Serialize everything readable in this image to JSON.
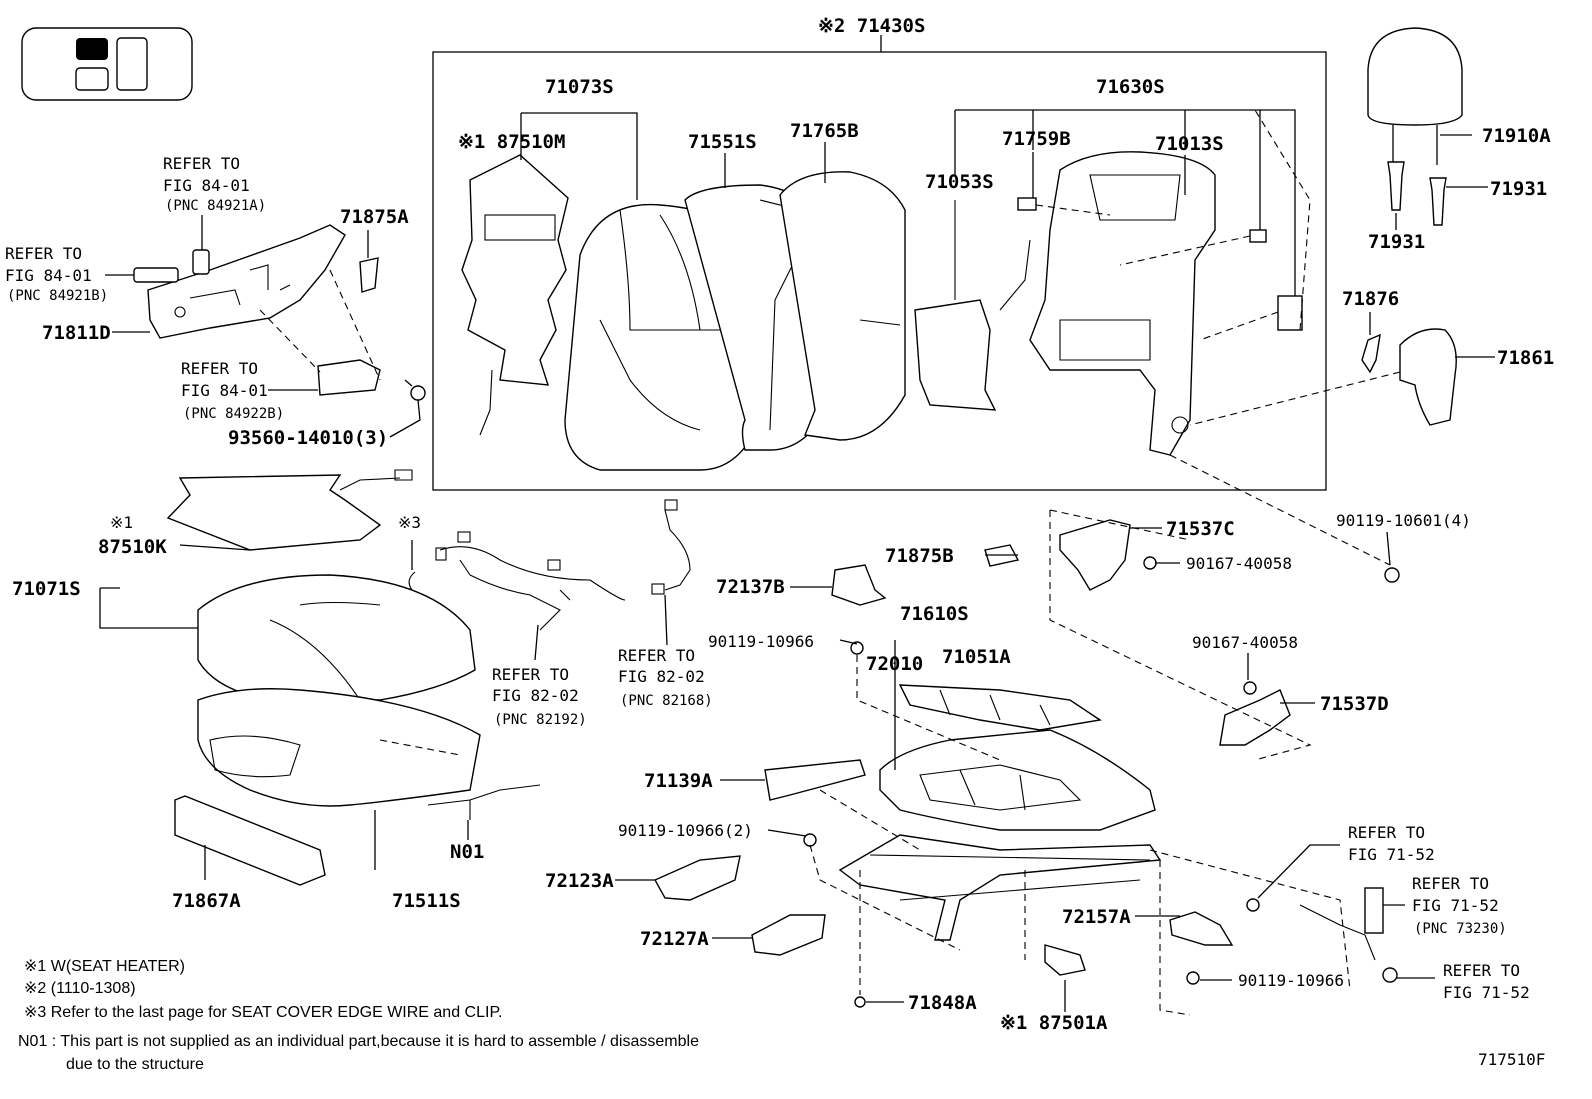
{
  "labels": {
    "assy_top": "※2 71430S",
    "p71073S": "71073S",
    "p87510M": "※1 87510M",
    "p71551S": "71551S",
    "p71765B": "71765B",
    "p71630S": "71630S",
    "p71759B": "71759B",
    "p71013S": "71013S",
    "p71053S": "71053S",
    "p71910A": "71910A",
    "p71931a": "71931",
    "p71931b": "71931",
    "p71876": "71876",
    "p71861": "71861",
    "p71875A": "71875A",
    "p71811D": "71811D",
    "p93560": "93560-14010(3)",
    "p87510K_mark": "※1",
    "p87510K": "87510K",
    "p71071S": "71071S",
    "mark3": "※3",
    "p71867A": "71867A",
    "p71511S": "71511S",
    "n01": "N01",
    "p71537C": "71537C",
    "p71875B": "71875B",
    "p90167a": "90167-40058",
    "p90119_10601": "90119-10601(4)",
    "p72137B": "72137B",
    "p71610S": "71610S",
    "p90119_10966a": "90119-10966",
    "p72010": "72010",
    "p71051A": "71051A",
    "p90167b": "90167-40058",
    "p71537D": "71537D",
    "p71139A": "71139A",
    "p90119_10966b": "90119-10966(2)",
    "p72123A": "72123A",
    "p72127A": "72127A",
    "p72157A": "72157A",
    "p90119_10966c": "90119-10966",
    "p71848A": "71848A",
    "p87501A": "※1 87501A",
    "fig_no": "717510F"
  },
  "refs": {
    "r1": [
      "REFER TO",
      "FIG 84-01",
      "(PNC 84921A)"
    ],
    "r2": [
      "REFER TO",
      "FIG 84-01",
      "(PNC 84921B)"
    ],
    "r3": [
      "REFER TO",
      "FIG 84-01",
      "(PNC 84922B)"
    ],
    "r4": [
      "REFER TO",
      "FIG 82-02",
      "(PNC 82192)"
    ],
    "r5": [
      "REFER TO",
      "FIG 82-02",
      "(PNC 82168)"
    ],
    "r6": [
      "REFER TO",
      "FIG 71-52"
    ],
    "r7": [
      "REFER TO",
      "FIG 71-52",
      "(PNC 73230)"
    ],
    "r8": [
      "REFER TO",
      "FIG 71-52"
    ]
  },
  "notes": {
    "n1": "※1  W(SEAT  HEATER)",
    "n2": "※2 (1110-1308)",
    "n3": "※3  Refer to the last page for SEAT COVER EDGE WIRE and CLIP.",
    "n4a": "N01 :  This part is not supplied as an individual part,because it is hard to assemble / disassemble",
    "n4b": "due to the structure"
  }
}
